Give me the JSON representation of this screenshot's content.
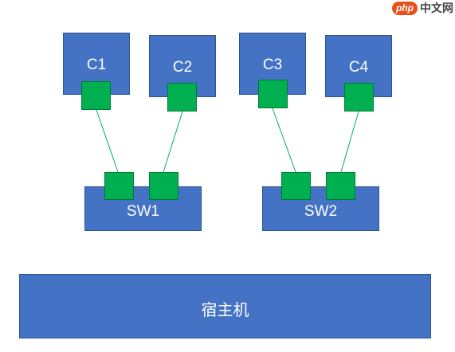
{
  "watermark": {
    "badge": "php",
    "text": "中文网"
  },
  "containers": [
    {
      "label": "C1"
    },
    {
      "label": "C2"
    },
    {
      "label": "C3"
    },
    {
      "label": "C4"
    }
  ],
  "switches": [
    {
      "label": "SW1"
    },
    {
      "label": "SW2"
    }
  ],
  "host": {
    "label": "宿主机"
  },
  "colors": {
    "box_fill": "#4472c4",
    "port_fill": "#00b050",
    "link": "#00b050",
    "text": "#ffffff"
  }
}
